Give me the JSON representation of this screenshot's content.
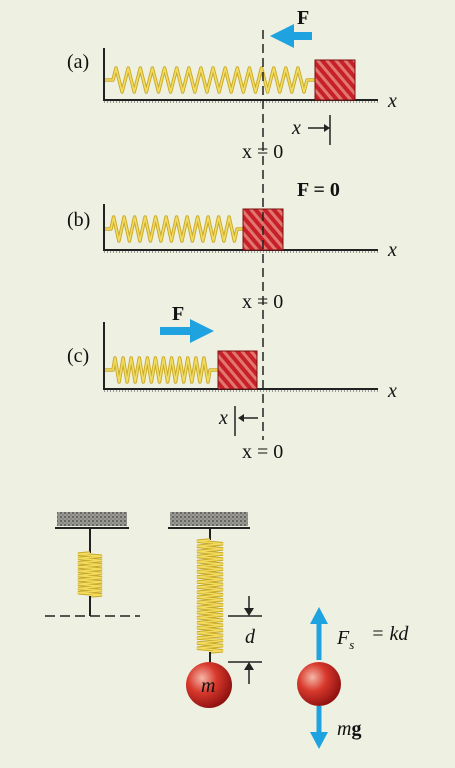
{
  "panels": {
    "a": {
      "label": "(a)",
      "force": "F",
      "axis": "x",
      "displacement": "x",
      "origin": "x = 0"
    },
    "b": {
      "label": "(b)",
      "force": "F = 0",
      "axis": "x",
      "origin": "x = 0"
    },
    "c": {
      "label": "(c)",
      "force": "F",
      "axis": "x",
      "displacement": "x",
      "origin": "x = 0"
    }
  },
  "hanging": {
    "mass": "m",
    "stretch": "d",
    "spring_force_symbol": "F",
    "spring_force_subscript": "s",
    "spring_force_rhs": "= kd",
    "weight_m": "m",
    "weight_g": "g"
  },
  "colors": {
    "background": "#eef0e1",
    "spring": "#e8d14a",
    "block": "#c8202a",
    "arrow": "#1fa3e0",
    "mass": "#c81f1f"
  }
}
